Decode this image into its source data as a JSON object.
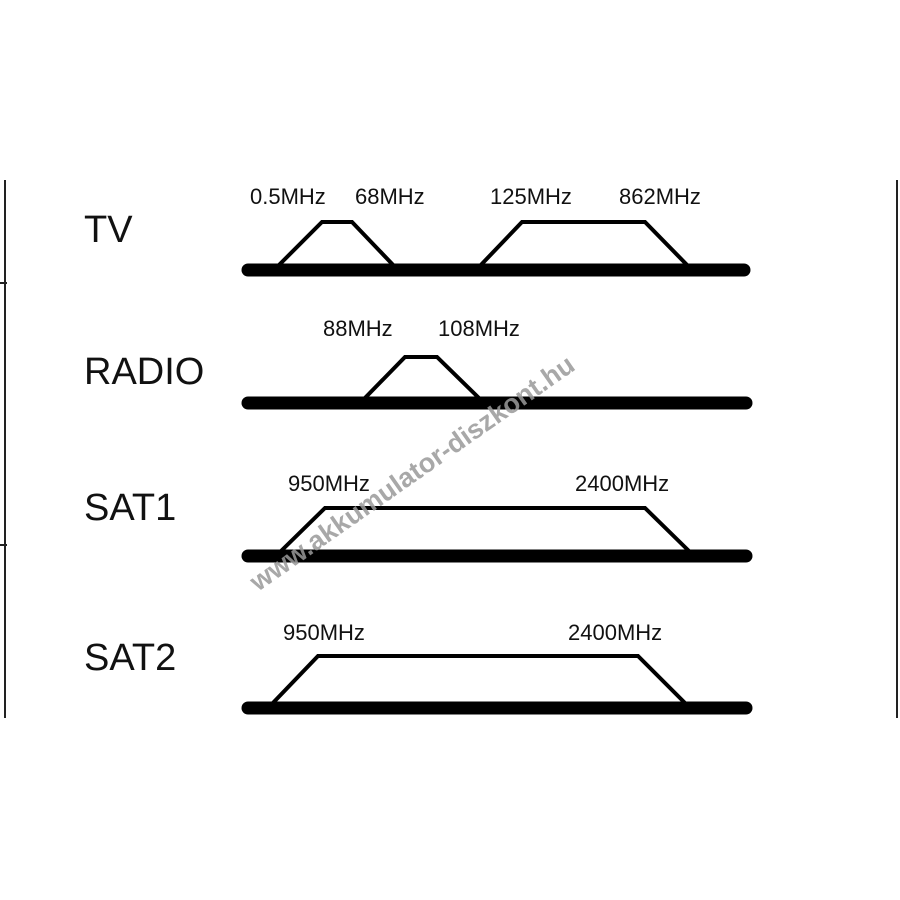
{
  "bands": [
    {
      "name": "TV",
      "freqs": [
        "0.5MHz",
        "68MHz",
        "125MHz",
        "862MHz"
      ]
    },
    {
      "name": "RADIO",
      "freqs": [
        "88MHz",
        "108MHz"
      ]
    },
    {
      "name": "SAT1",
      "freqs": [
        "950MHz",
        "2400MHz"
      ]
    },
    {
      "name": "SAT2",
      "freqs": [
        "950MHz",
        "2400MHz"
      ]
    }
  ],
  "watermark": "www.akkumulator-diszkont.hu"
}
